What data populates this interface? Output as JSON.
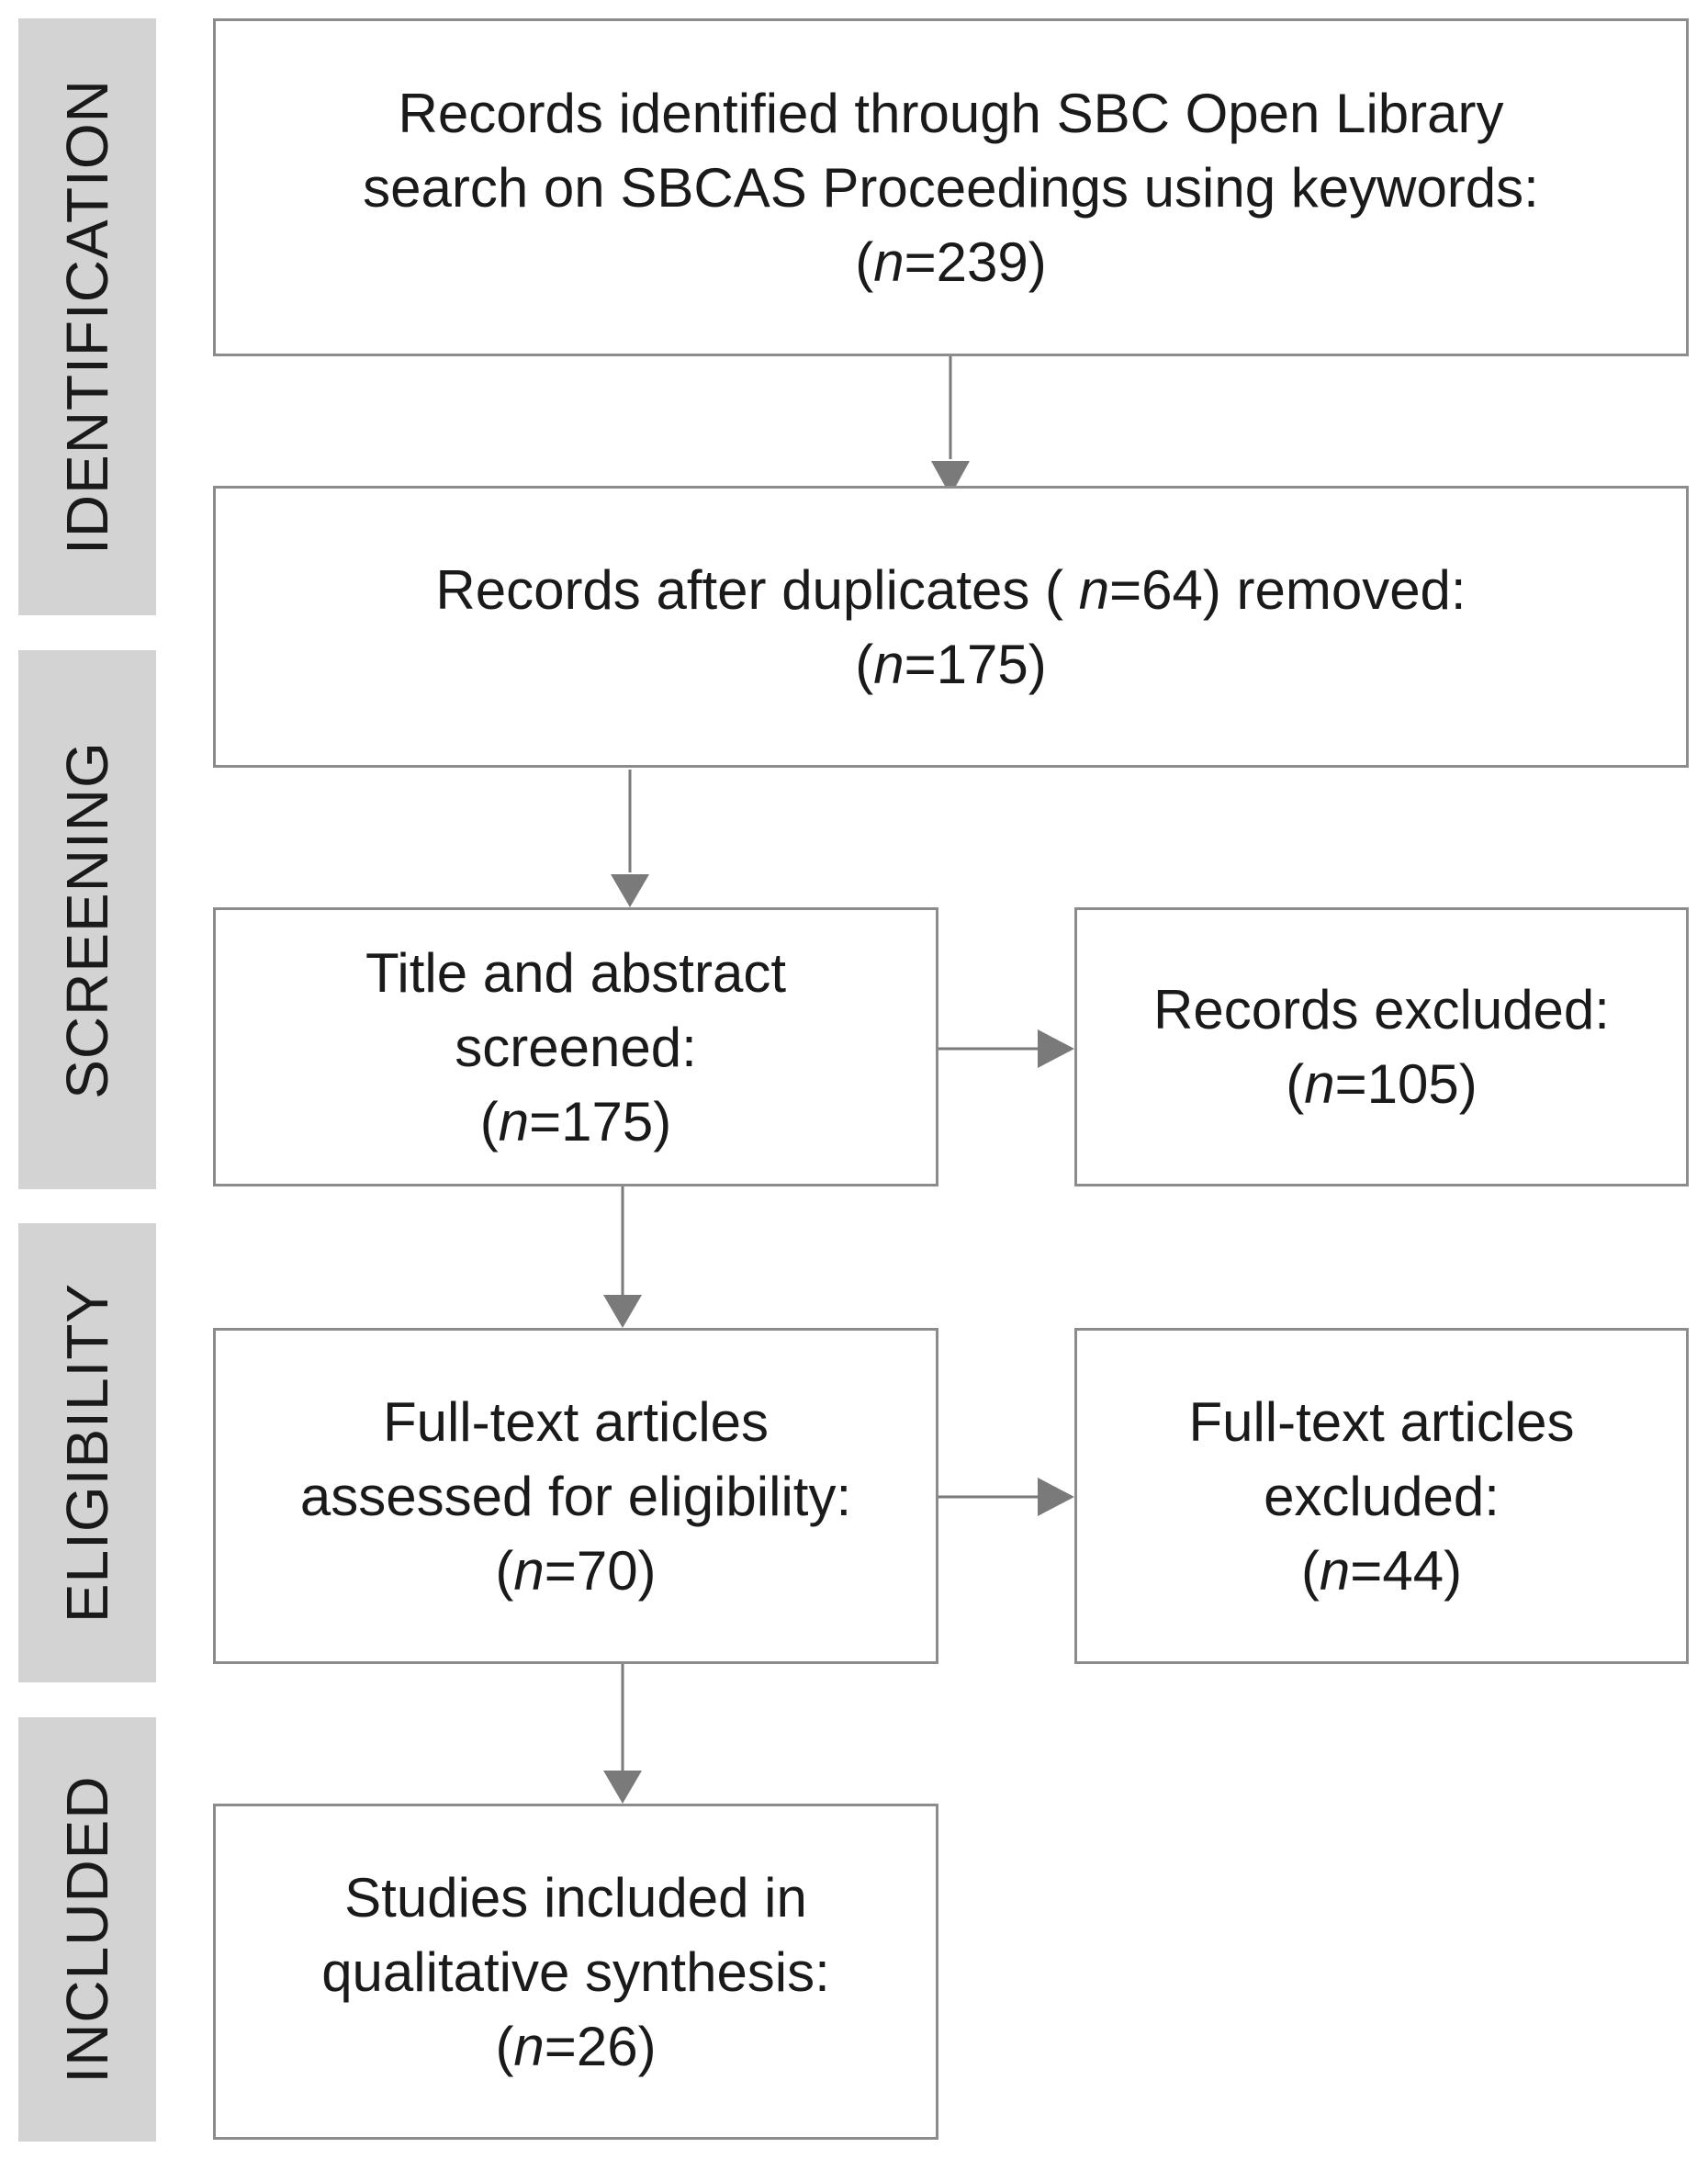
{
  "phases": {
    "identification": "IDENTIFICATION",
    "screening": "SCREENING",
    "eligibility": "ELIGIBILITY",
    "included": "INCLUDED"
  },
  "boxes": {
    "identified": {
      "line1": "Records identified through SBC Open Library",
      "line2": "search on SBCAS Proceedings using keywords:",
      "n_open": "(",
      "n_var": "n",
      "n_rest": "=239)"
    },
    "deduplicated": {
      "line1_pre": "Records after duplicates ( ",
      "line1_var": "n",
      "line1_post": "=64) removed:",
      "n_open": "(",
      "n_var": "n",
      "n_rest": "=175)"
    },
    "screened": {
      "line1": "Title and abstract",
      "line2": "screened:",
      "n_open": "(",
      "n_var": "n",
      "n_rest": "=175)"
    },
    "excluded_records": {
      "line1": "Records excluded:",
      "n_open": "(",
      "n_var": "n",
      "n_rest": "=105)"
    },
    "full_text": {
      "line1": "Full-text articles",
      "line2": "assessed for eligibility:",
      "n_open": "(",
      "n_var": "n",
      "n_rest": "=70)"
    },
    "full_text_excluded": {
      "line1": "Full-text articles",
      "line2": "excluded:",
      "n_open": "(",
      "n_var": "n",
      "n_rest": "=44)"
    },
    "included": {
      "line1": "Studies included in",
      "line2": "qualitative synthesis:",
      "n_open": "(",
      "n_var": "n",
      "n_rest": "=26)"
    }
  },
  "colors": {
    "phase_band": "#d3d3d3",
    "box_border": "#8c8c8c",
    "arrow": "#7a7a7a"
  }
}
